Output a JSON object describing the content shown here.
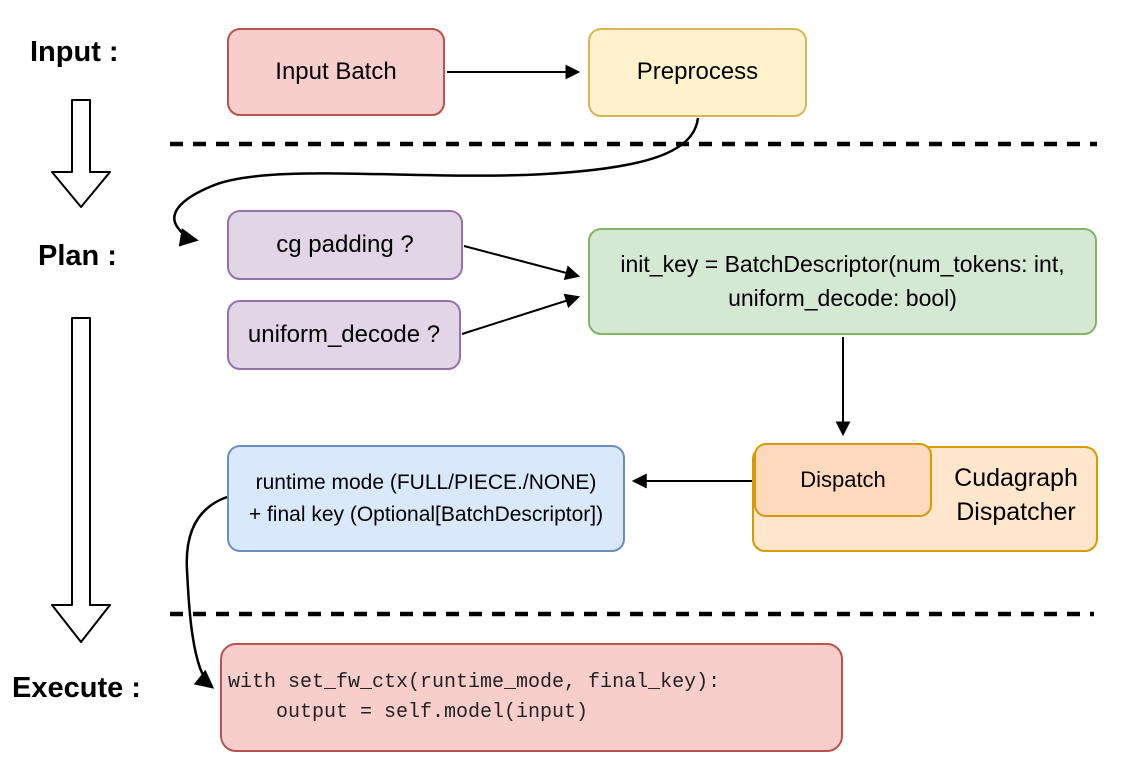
{
  "diagram": {
    "title_semantic": "Cudagraph dispatch flow diagram",
    "stage_labels": {
      "input": "Input :",
      "plan": "Plan :",
      "execute": "Execute :"
    },
    "nodes": {
      "input_batch": {
        "label": "Input Batch",
        "fill": "#f8cecc",
        "border": "#b85450"
      },
      "preprocess": {
        "label": "Preprocess",
        "fill": "#fff2cc",
        "border": "#d6b656"
      },
      "cg_padding": {
        "label": "cg padding ?",
        "fill": "#e1d5e7",
        "border": "#9673a6"
      },
      "uniform_decode": {
        "label": "uniform_decode ?",
        "fill": "#e1d5e7",
        "border": "#9673a6"
      },
      "init_key": {
        "line1": "init_key = BatchDescriptor(num_tokens: int,",
        "line2": "uniform_decode: bool)",
        "fill": "#d5e8d4",
        "border": "#82b366"
      },
      "dispatch": {
        "label": "Dispatch",
        "fill": "#ffd9bd",
        "border": "#d79b00"
      },
      "cudagraph_dispatcher": {
        "line1": "Cudagraph",
        "line2": "Dispatcher",
        "fill": "#ffe6cc",
        "border": "#d79b00"
      },
      "runtime_mode": {
        "line1": "runtime mode (FULL/PIECE./NONE)",
        "line2": "+ final key (Optional[BatchDescriptor])",
        "fill": "#dae8fc",
        "border": "#6c8ebf"
      },
      "execute_code": {
        "line1": "with set_fw_ctx(runtime_mode, final_key):",
        "line2": "    output = self.model(input)",
        "fill": "#f8cecc",
        "border": "#b85450"
      }
    },
    "separators": {
      "style": "dashed",
      "color": "#000000"
    },
    "arrow_color": "#000000"
  }
}
